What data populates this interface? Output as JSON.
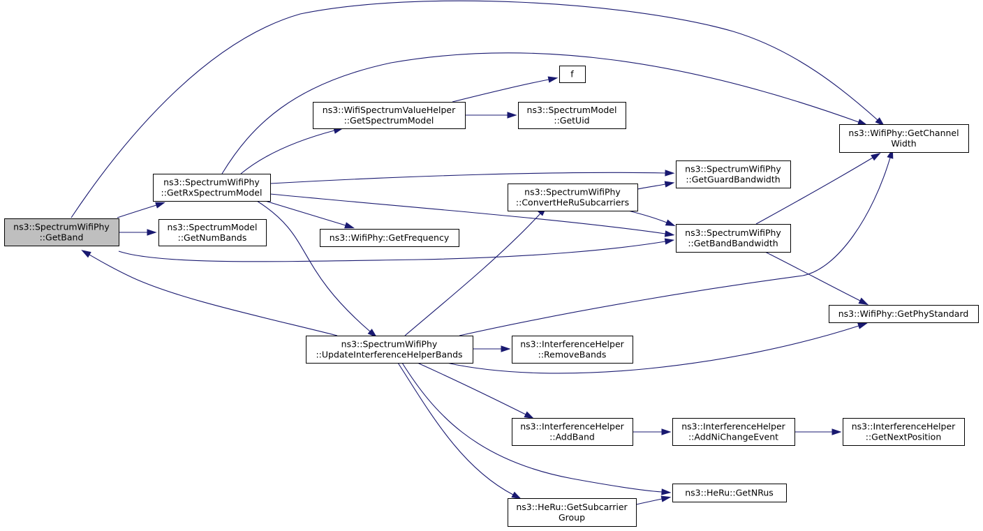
{
  "nodes": [
    {
      "id": "getband",
      "lines": [
        "ns3::SpectrumWifiPhy",
        "::GetBand"
      ],
      "root": true
    },
    {
      "id": "getrxspectrummodel",
      "lines": [
        "ns3::SpectrumWifiPhy",
        "::GetRxSpectrumModel"
      ]
    },
    {
      "id": "getnumbands",
      "lines": [
        "ns3::SpectrumModel",
        "::GetNumBands"
      ]
    },
    {
      "id": "getspectrummodel",
      "lines": [
        "ns3::WifiSpectrumValueHelper",
        "::GetSpectrumModel"
      ]
    },
    {
      "id": "f",
      "lines": [
        "f"
      ]
    },
    {
      "id": "getuid",
      "lines": [
        "ns3::SpectrumModel",
        "::GetUid"
      ]
    },
    {
      "id": "getfrequency",
      "lines": [
        "ns3::WifiPhy::GetFrequency"
      ]
    },
    {
      "id": "convertheru",
      "lines": [
        "ns3::SpectrumWifiPhy",
        "::ConvertHeRuSubcarriers"
      ]
    },
    {
      "id": "getguardbandwidth",
      "lines": [
        "ns3::SpectrumWifiPhy",
        "::GetGuardBandwidth"
      ]
    },
    {
      "id": "getbandbandwidth",
      "lines": [
        "ns3::SpectrumWifiPhy",
        "::GetBandBandwidth"
      ]
    },
    {
      "id": "getchannelwidth",
      "lines": [
        "ns3::WifiPhy::GetChannel",
        "Width"
      ]
    },
    {
      "id": "getphystandard",
      "lines": [
        "ns3::WifiPhy::GetPhyStandard"
      ]
    },
    {
      "id": "updateinterference",
      "lines": [
        "ns3::SpectrumWifiPhy",
        "::UpdateInterferenceHelperBands"
      ]
    },
    {
      "id": "removebands",
      "lines": [
        "ns3::InterferenceHelper",
        "::RemoveBands"
      ]
    },
    {
      "id": "addband",
      "lines": [
        "ns3::InterferenceHelper",
        "::AddBand"
      ]
    },
    {
      "id": "addnichangeevent",
      "lines": [
        "ns3::InterferenceHelper",
        "::AddNiChangeEvent"
      ]
    },
    {
      "id": "getnextposition",
      "lines": [
        "ns3::InterferenceHelper",
        "::GetNextPosition"
      ]
    },
    {
      "id": "getnrus",
      "lines": [
        "ns3::HeRu::GetNRus"
      ]
    },
    {
      "id": "getsubcarriergroup",
      "lines": [
        "ns3::HeRu::GetSubcarrier",
        "Group"
      ]
    }
  ],
  "edges": [
    {
      "from": "getband",
      "to": "getrxspectrummodel"
    },
    {
      "from": "getband",
      "to": "getnumbands"
    },
    {
      "from": "getband",
      "to": "getbandbandwidth"
    },
    {
      "from": "getband",
      "to": "getchannelwidth"
    },
    {
      "from": "getrxspectrummodel",
      "to": "getspectrummodel"
    },
    {
      "from": "getrxspectrummodel",
      "to": "getchannelwidth"
    },
    {
      "from": "getrxspectrummodel",
      "to": "getguardbandwidth"
    },
    {
      "from": "getrxspectrummodel",
      "to": "getbandbandwidth"
    },
    {
      "from": "getrxspectrummodel",
      "to": "getfrequency"
    },
    {
      "from": "getrxspectrummodel",
      "to": "updateinterference"
    },
    {
      "from": "getspectrummodel",
      "to": "f"
    },
    {
      "from": "getspectrummodel",
      "to": "getuid"
    },
    {
      "from": "convertheru",
      "to": "getguardbandwidth"
    },
    {
      "from": "convertheru",
      "to": "getbandbandwidth"
    },
    {
      "from": "getbandbandwidth",
      "to": "getchannelwidth"
    },
    {
      "from": "getbandbandwidth",
      "to": "getphystandard"
    },
    {
      "from": "updateinterference",
      "to": "getband"
    },
    {
      "from": "updateinterference",
      "to": "convertheru"
    },
    {
      "from": "updateinterference",
      "to": "getchannelwidth"
    },
    {
      "from": "updateinterference",
      "to": "getphystandard"
    },
    {
      "from": "updateinterference",
      "to": "removebands"
    },
    {
      "from": "updateinterference",
      "to": "addband"
    },
    {
      "from": "updateinterference",
      "to": "getnrus"
    },
    {
      "from": "updateinterference",
      "to": "getsubcarriergroup"
    },
    {
      "from": "addband",
      "to": "addnichangeevent"
    },
    {
      "from": "addnichangeevent",
      "to": "getnextposition"
    },
    {
      "from": "getsubcarriergroup",
      "to": "getnrus"
    }
  ]
}
